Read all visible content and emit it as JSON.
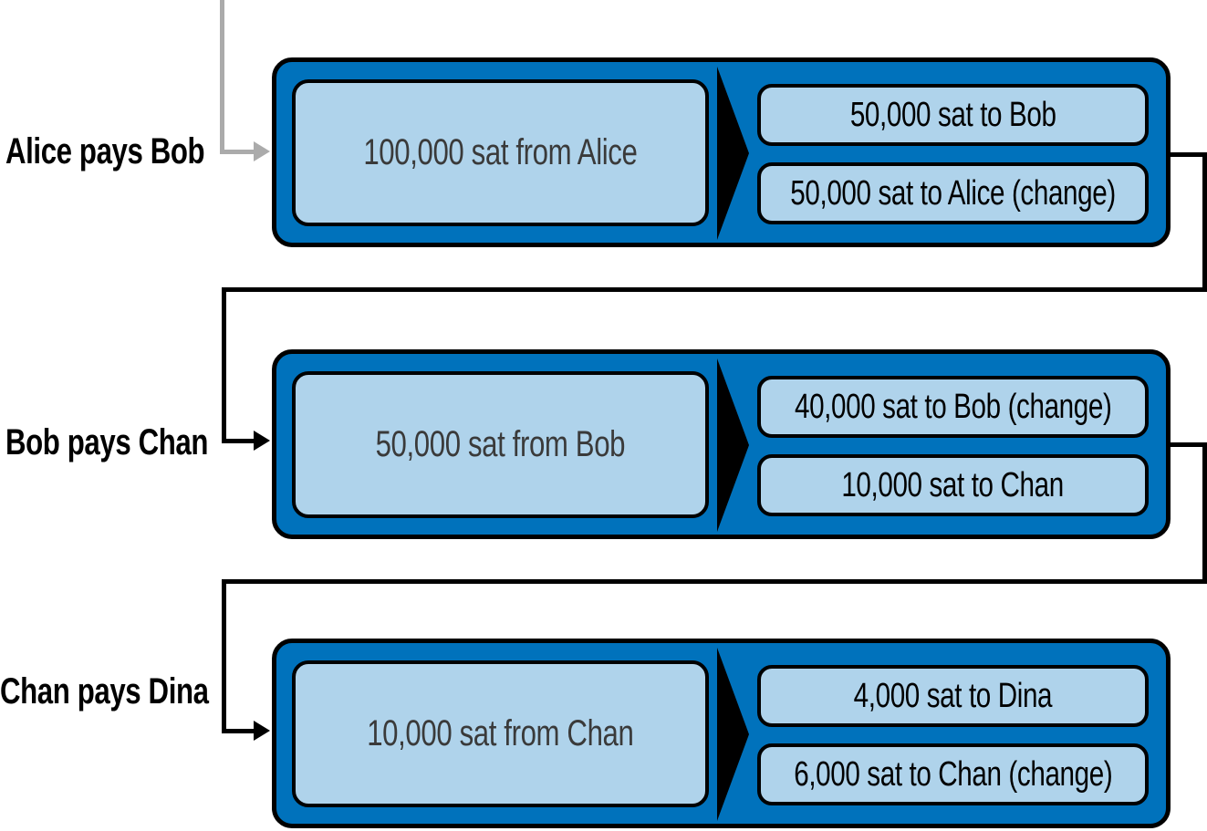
{
  "figure": {
    "rows": [
      {
        "label": "Alice pays Bob",
        "input": "100,000 sat from Alice",
        "outputs": [
          "50,000 sat to Bob",
          "50,000 sat to Alice (change)"
        ]
      },
      {
        "label": "Bob pays Chan",
        "input": "50,000 sat from Bob",
        "outputs": [
          "40,000 sat to Bob (change)",
          "10,000 sat to Chan"
        ]
      },
      {
        "label": "Chan pays Dina",
        "input": "10,000 sat from Chan",
        "outputs": [
          "4,000 sat to Dina",
          "6,000 sat to Chan (change)"
        ]
      }
    ],
    "colors": {
      "transaction_fill": "#0072BC",
      "io_box_fill": "#AFD3EB",
      "outline": "#000000",
      "input_text": "#3A3A3A",
      "output_text": "#000000",
      "label_text": "#000000",
      "incoming_arrow_gray": "#ABABAB",
      "background": "#FFFFFF"
    }
  }
}
